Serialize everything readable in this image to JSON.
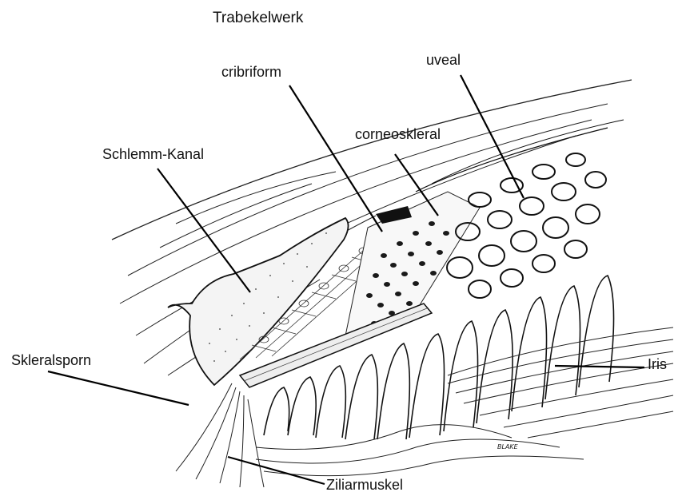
{
  "title": "Trabekelwerk",
  "labels": {
    "cribriform": "cribriform",
    "uveal": "uveal",
    "corneoskleral": "corneoskleral",
    "schlemm": "Schlemm-Kanal",
    "skleralsporn": "Skleralsporn",
    "iris": "Iris",
    "ziliarmuskel": "Ziliarmuskel"
  },
  "artist_signature": "BLAKE"
}
